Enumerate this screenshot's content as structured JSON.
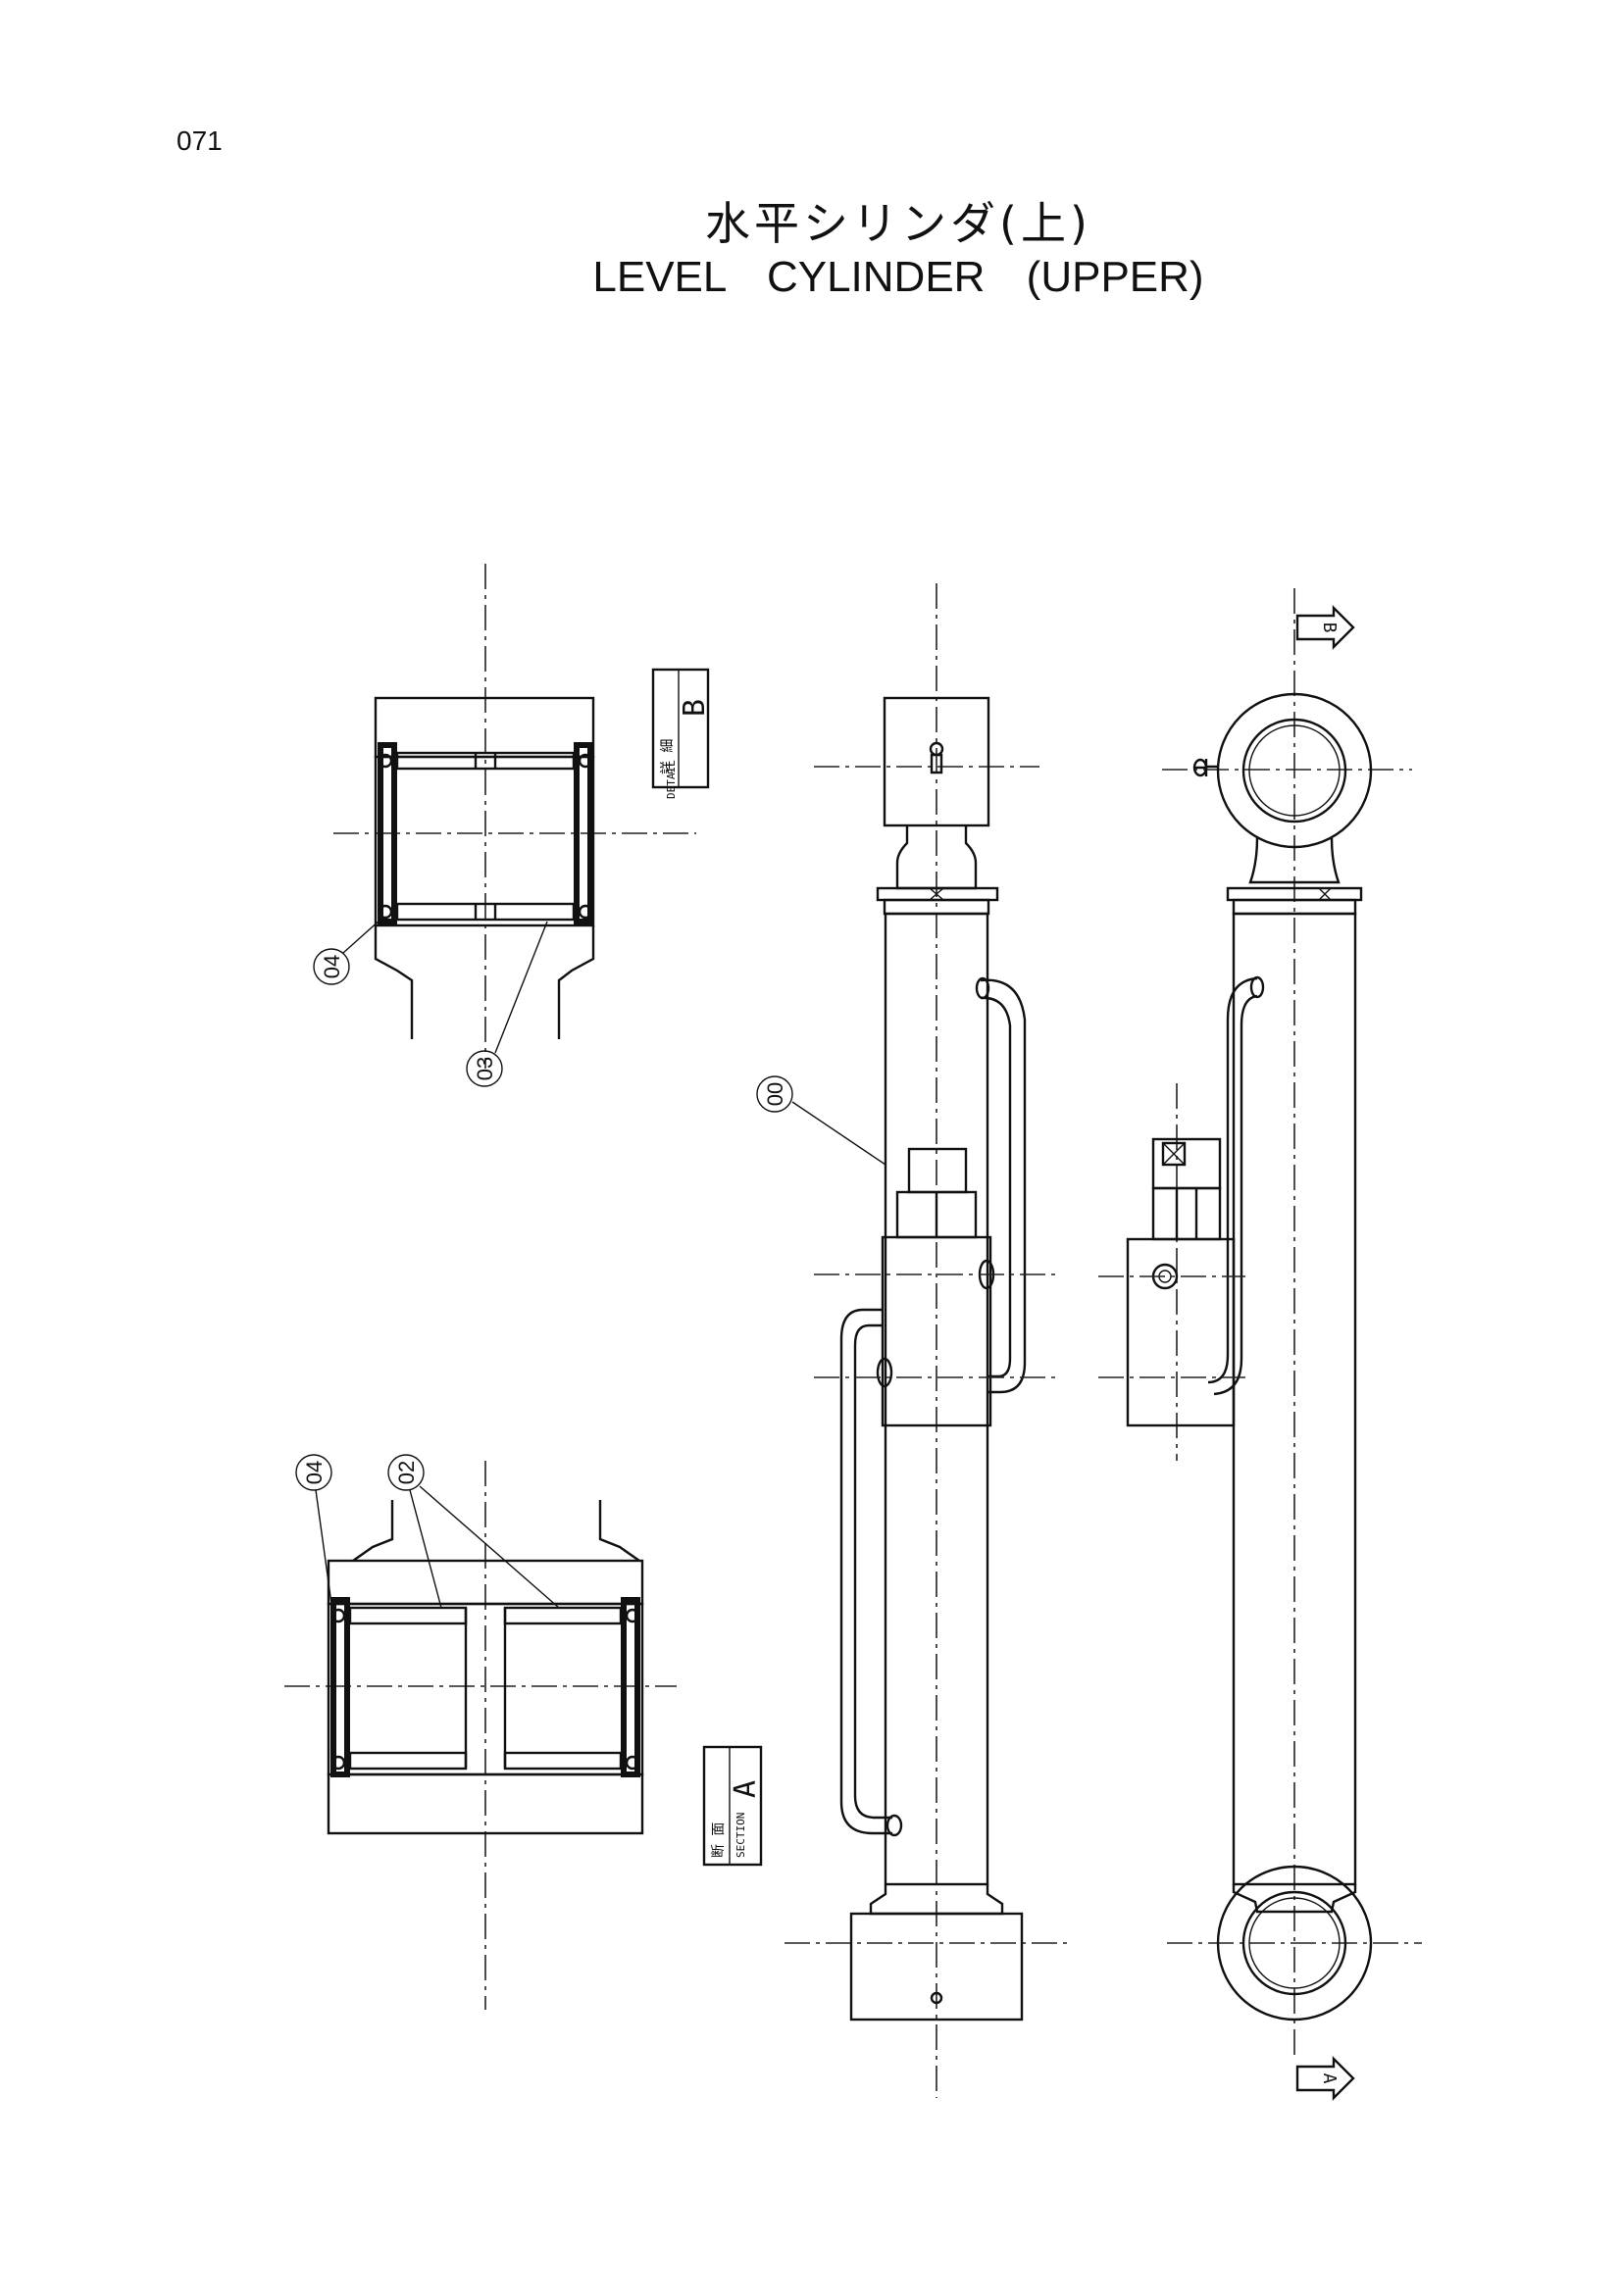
{
  "page_number": "071",
  "title": {
    "japanese": "水平シリンダ(上)",
    "english": "LEVEL CYLINDER (UPPER)"
  },
  "callouts": {
    "c04_top": "04",
    "c03": "03",
    "c00": "00",
    "c04_bottom": "04",
    "c02": "02"
  },
  "view_labels": {
    "detail_b": {
      "jp": "詳 細",
      "en": "DETAIL",
      "letter": "B"
    },
    "section_a": {
      "jp": "断 面",
      "en": "SECTION",
      "letter": "A"
    }
  },
  "view_arrows": {
    "top": "B",
    "bottom": "A"
  }
}
